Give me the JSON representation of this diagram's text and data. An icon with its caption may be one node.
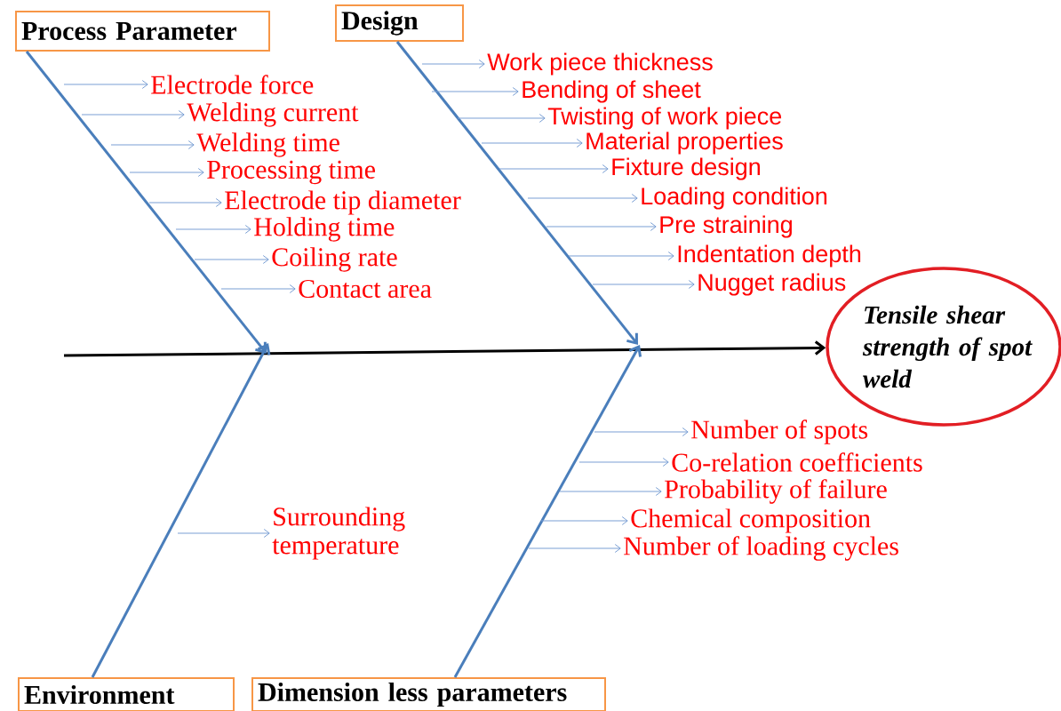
{
  "diagram": {
    "nodes": [
      {
        "text": [
          "Process  Parameter"
        ]
      },
      {
        "text": [
          "Design"
        ]
      },
      {
        "text": [
          "Tensile shear strength of spot weld"
        ]
      },
      {
        "text": [
          "Electrode force"
        ]
      },
      {
        "text": [
          "Welding current"
        ]
      },
      {
        "text": [
          "Welding time"
        ]
      },
      {
        "text": [
          "Processing time"
        ]
      },
      {
        "text": [
          "Electrode tip diameter"
        ]
      },
      {
        "text": [
          "Holding time"
        ]
      },
      {
        "text": [
          "Coiling rate"
        ]
      },
      {
        "text": [
          "Contact area"
        ]
      },
      {
        "text": [
          "Work piece thickness"
        ]
      },
      {
        "text": [
          "Bending of sheet"
        ]
      },
      {
        "text": [
          "Twisting of work piece"
        ]
      },
      {
        "text": [
          "Material properties"
        ]
      },
      {
        "text": [
          "Fixture design"
        ]
      },
      {
        "text": [
          "Loading condition"
        ]
      },
      {
        "text": [
          "Pre straining"
        ]
      },
      {
        "text": [
          "Indentation depth"
        ]
      },
      {
        "text": [
          "Nugget radius"
        ]
      },
      {
        "text": [
          "Environment"
        ]
      },
      {
        "text": [
          "Dimension less parameters"
        ]
      },
      {
        "text": [
          "Surrounding temperature"
        ]
      },
      {
        "text": [
          "Number of spots"
        ]
      },
      {
        "text": [
          "Co-relation coefficients"
        ]
      },
      {
        "text": [
          "Probability of  failure"
        ]
      },
      {
        "text": [
          "Chemical composition"
        ]
      },
      {
        "text": [
          "Number of loading cycles"
        ]
      }
    ],
    "edges": [
      {
        "from": null,
        "to": 2,
        "arrow": "to",
        "style": "thick",
        "color": "#000000"
      },
      {
        "from": 0,
        "to": null,
        "arrow": "to",
        "style": "thick",
        "color": "#4a7ebb"
      },
      {
        "from": 1,
        "to": null,
        "arrow": "to",
        "style": "thick",
        "color": "#4a7ebb"
      },
      {
        "from": 20,
        "to": null,
        "arrow": "to",
        "style": "thick",
        "color": "#4a7ebb"
      },
      {
        "from": 21,
        "to": null,
        "arrow": "to",
        "style": "thick",
        "color": "#4a7ebb"
      },
      {
        "from": null,
        "to": 3,
        "arrow": "to"
      },
      {
        "from": null,
        "to": 4,
        "arrow": "to"
      },
      {
        "from": null,
        "to": 5,
        "arrow": "to"
      },
      {
        "from": null,
        "to": 6,
        "arrow": "to"
      },
      {
        "from": null,
        "to": 7,
        "arrow": "to"
      },
      {
        "from": null,
        "to": 8,
        "arrow": "to"
      },
      {
        "from": null,
        "to": 9,
        "arrow": "to"
      },
      {
        "from": null,
        "to": 10,
        "arrow": "to"
      },
      {
        "from": null,
        "to": 11,
        "arrow": "to"
      },
      {
        "from": null,
        "to": 12,
        "arrow": "to"
      },
      {
        "from": null,
        "to": 13,
        "arrow": "to"
      },
      {
        "from": null,
        "to": 14,
        "arrow": "to"
      },
      {
        "from": null,
        "to": 15,
        "arrow": "to"
      },
      {
        "from": null,
        "to": 16,
        "arrow": "to"
      },
      {
        "from": null,
        "to": 17,
        "arrow": "to"
      },
      {
        "from": null,
        "to": 18,
        "arrow": "to"
      },
      {
        "from": null,
        "to": 19,
        "arrow": "to"
      },
      {
        "from": null,
        "to": 22,
        "arrow": "to"
      },
      {
        "from": null,
        "to": 23,
        "arrow": "to"
      },
      {
        "from": null,
        "to": 24,
        "arrow": "to"
      },
      {
        "from": null,
        "to": 25,
        "arrow": "to"
      },
      {
        "from": null,
        "to": 26,
        "arrow": "to"
      },
      {
        "from": null,
        "to": 27,
        "arrow": "to"
      }
    ]
  }
}
